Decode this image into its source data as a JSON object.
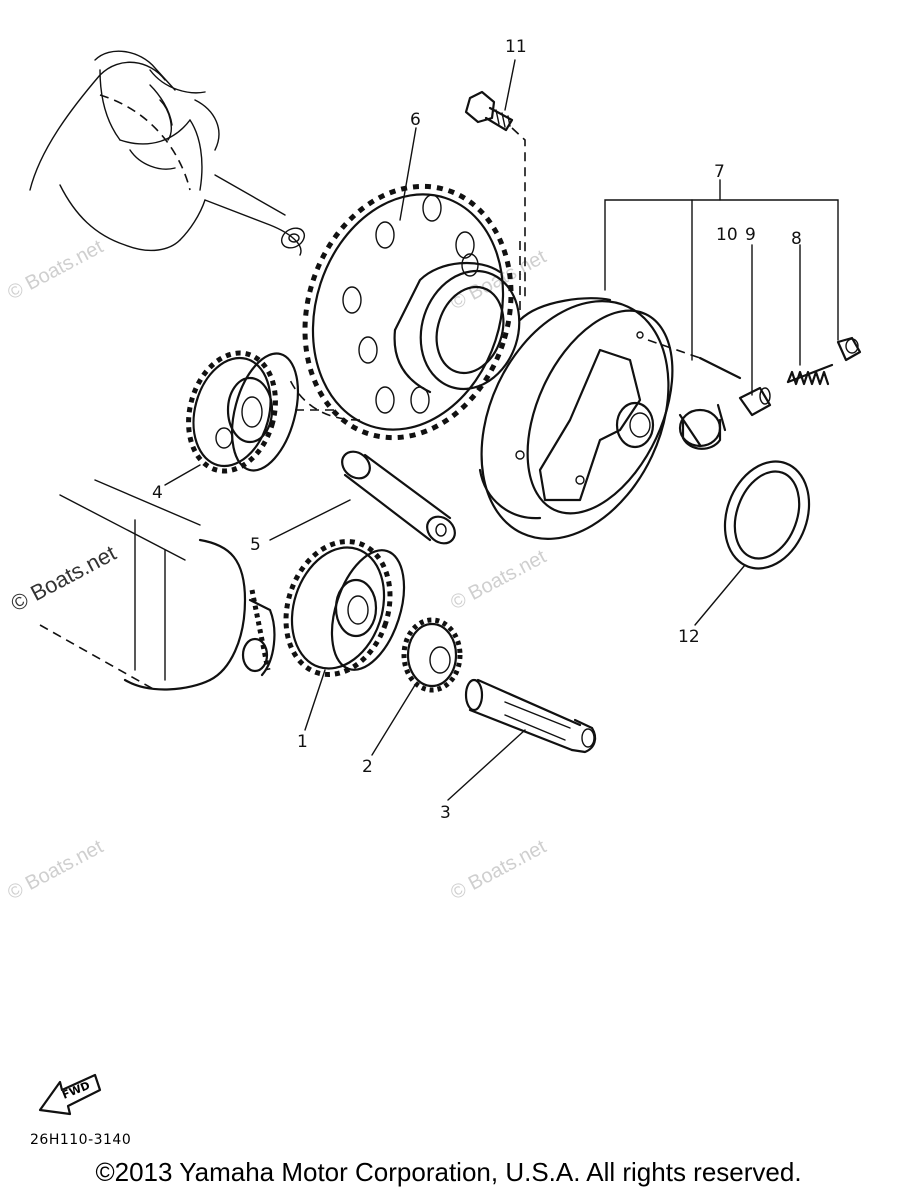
{
  "callouts": [
    {
      "id": "1",
      "label": "1"
    },
    {
      "id": "2",
      "label": "2"
    },
    {
      "id": "3",
      "label": "3"
    },
    {
      "id": "4",
      "label": "4"
    },
    {
      "id": "5",
      "label": "5"
    },
    {
      "id": "6",
      "label": "6"
    },
    {
      "id": "7",
      "label": "7"
    },
    {
      "id": "8",
      "label": "8"
    },
    {
      "id": "9",
      "label": "9"
    },
    {
      "id": "10",
      "label": "10"
    },
    {
      "id": "11",
      "label": "11"
    },
    {
      "id": "12",
      "label": "12"
    }
  ],
  "watermark": "© Boats.net",
  "fwd_label": "FWD",
  "part_code": "26H110-3140",
  "copyright": "©2013 Yamaha Motor Corporation, U.S.A. All rights reserved."
}
